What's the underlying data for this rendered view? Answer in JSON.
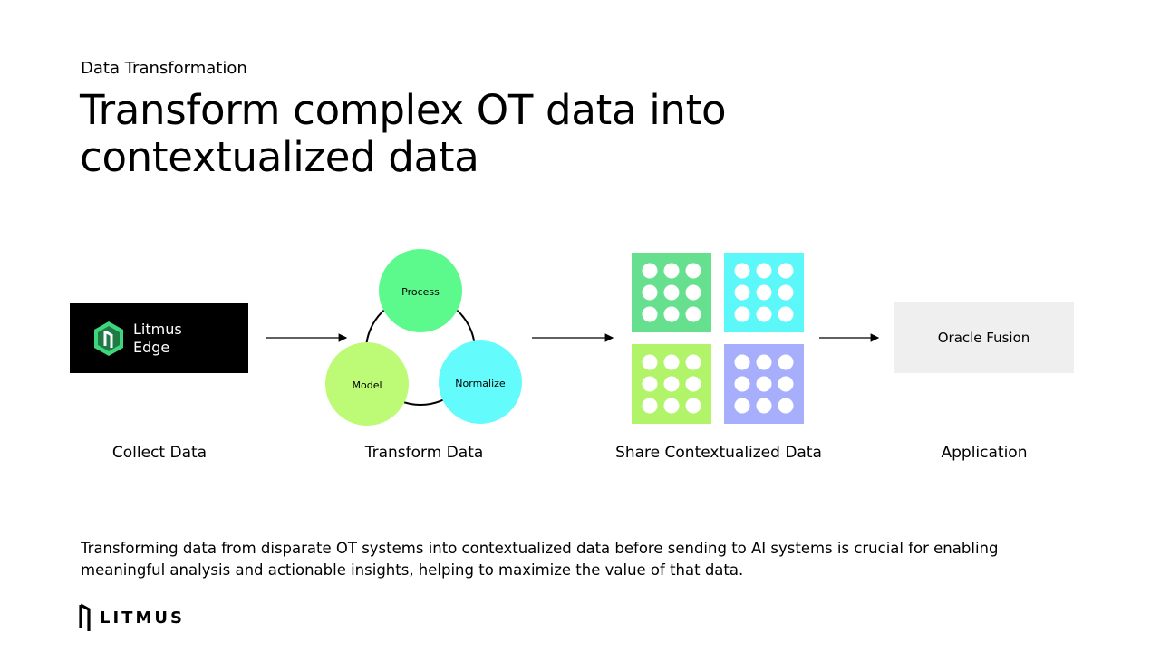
{
  "header": {
    "eyebrow": "Data Transformation",
    "title_line1": "Transform complex OT data into",
    "title_line2": "contextualized data"
  },
  "collect": {
    "product_line1": "Litmus",
    "product_line2": "Edge",
    "logo_icon": "litmus-hexagon-icon",
    "label": "Collect Data"
  },
  "transform": {
    "circles": [
      "Process",
      "Model",
      "Normalize"
    ],
    "label": "Transform Data"
  },
  "share": {
    "grid_colors": [
      "#66e08f",
      "#5cf7f9",
      "#b1f46a",
      "#a7aefc"
    ],
    "label": "Share Contextualized Data"
  },
  "application": {
    "box_text": "Oracle Fusion",
    "label": "Application"
  },
  "colors": {
    "process": "#5cf98c",
    "model": "#bdfa76",
    "normalize": "#64fbfd",
    "logo_green": "#3ed67c",
    "oracle_bg": "#efefef"
  },
  "description": {
    "line1": "Transforming data from disparate OT systems into contextualized data before sending to AI systems is crucial for enabling",
    "line2": "meaningful analysis and actionable insights, helping to maximize the value of that data."
  },
  "footer": {
    "brand": "LITMUS",
    "brand_icon": "litmus-mark-icon"
  }
}
